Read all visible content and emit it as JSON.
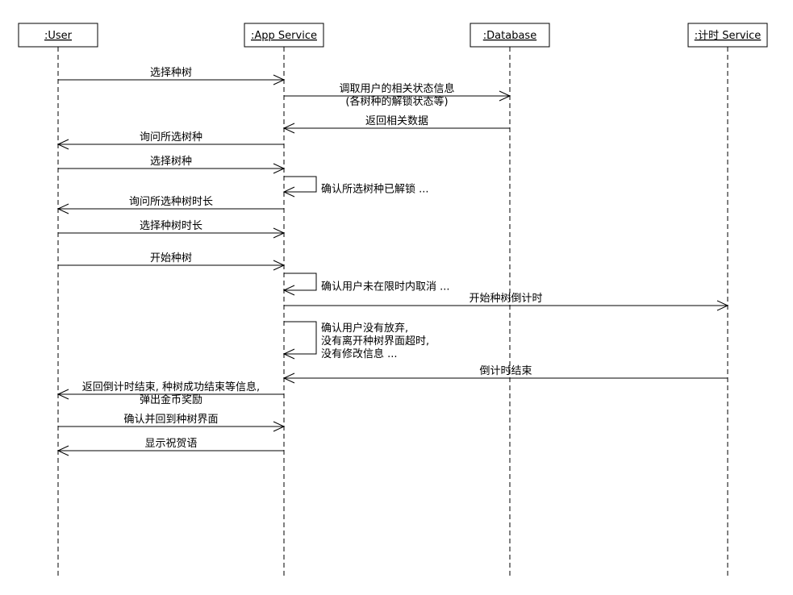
{
  "lifelines": [
    {
      "id": "user",
      "name": ":User"
    },
    {
      "id": "app",
      "name": ":App Service"
    },
    {
      "id": "db",
      "name": ":Database"
    },
    {
      "id": "timer",
      "name": ":计时 Service"
    }
  ],
  "messages": [
    {
      "from": "user",
      "to": "app",
      "lines": [
        "选择种树"
      ]
    },
    {
      "from": "app",
      "to": "db",
      "lines": [
        "调取用户的相关状态信息",
        "(各树种的解锁状态等)"
      ]
    },
    {
      "from": "db",
      "to": "app",
      "lines": [
        "返回相关数据"
      ]
    },
    {
      "from": "app",
      "to": "user",
      "lines": [
        "询问所选树种"
      ]
    },
    {
      "from": "user",
      "to": "app",
      "lines": [
        "选择树种"
      ]
    },
    {
      "from": "app",
      "to": "app",
      "lines": [
        "确认所选树种已解锁 ..."
      ]
    },
    {
      "from": "app",
      "to": "user",
      "lines": [
        "询问所选种树时长"
      ]
    },
    {
      "from": "user",
      "to": "app",
      "lines": [
        "选择种树时长"
      ]
    },
    {
      "from": "user",
      "to": "app",
      "lines": [
        "开始种树"
      ]
    },
    {
      "from": "app",
      "to": "app",
      "lines": [
        "确认用户未在限时内取消 ..."
      ]
    },
    {
      "from": "app",
      "to": "timer",
      "lines": [
        "开始种树倒计时"
      ]
    },
    {
      "from": "app",
      "to": "app",
      "lines": [
        "确认用户没有放弃,",
        "没有离开种树界面超时,",
        "没有修改信息 ..."
      ]
    },
    {
      "from": "timer",
      "to": "app",
      "lines": [
        "倒计时结束"
      ]
    },
    {
      "from": "app",
      "to": "user",
      "lines": [
        "返回倒计时结束, 种树成功结束等信息,",
        "弹出金币奖励"
      ]
    },
    {
      "from": "user",
      "to": "app",
      "lines": [
        "确认并回到种树界面"
      ]
    },
    {
      "from": "app",
      "to": "user",
      "lines": [
        "显示祝贺语"
      ]
    }
  ]
}
